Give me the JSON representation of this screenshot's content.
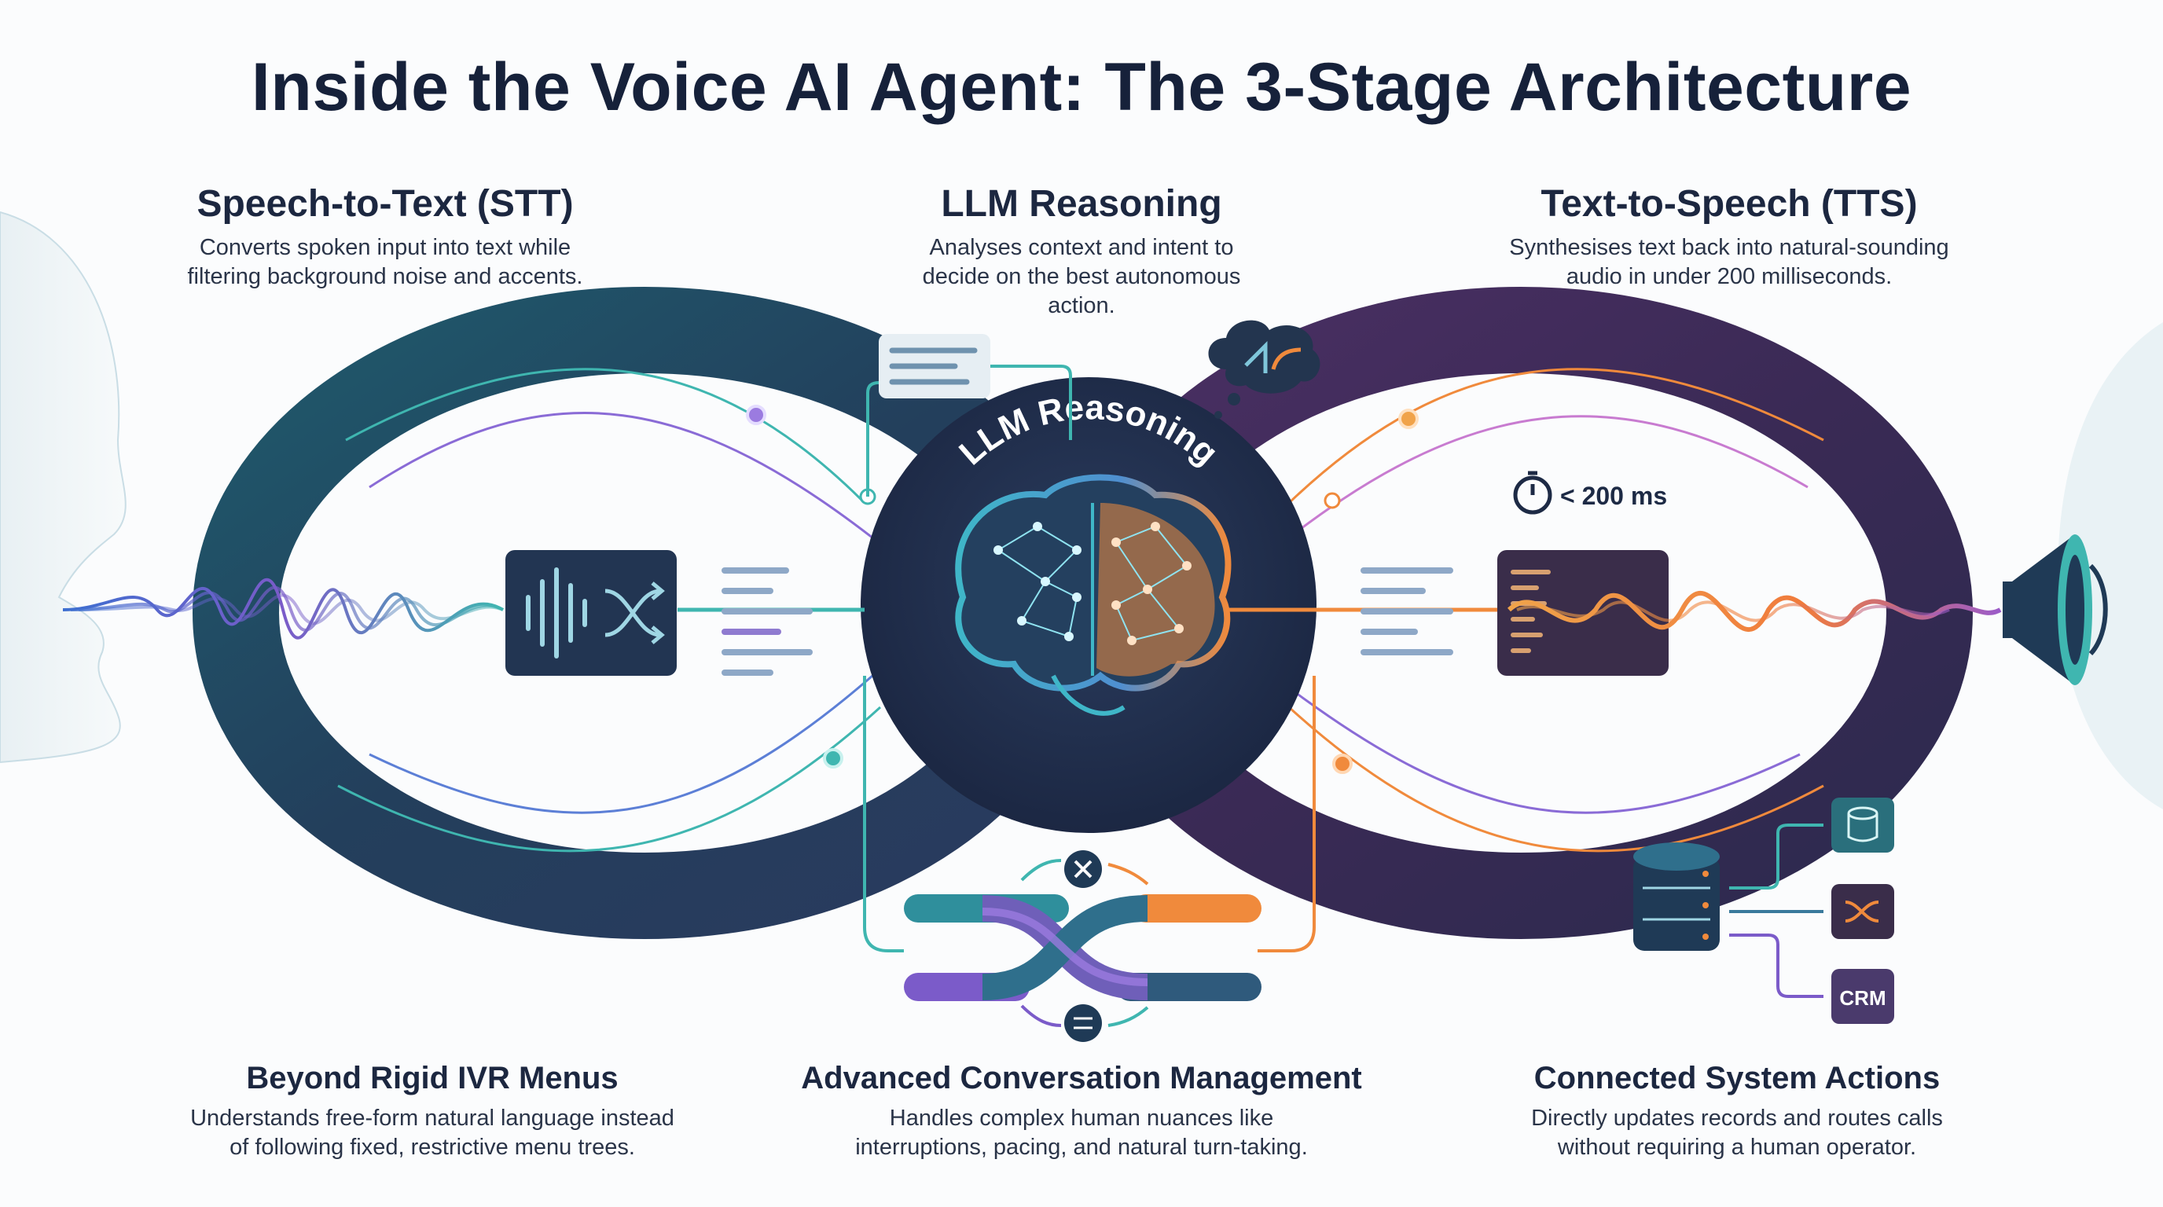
{
  "title": "Inside the Voice AI Agent: The 3-Stage Architecture",
  "stages": [
    {
      "heading": "Speech-to-Text (STT)",
      "line1": "Converts spoken input into text while",
      "line2": "filtering background noise and accents."
    },
    {
      "heading": "LLM Reasoning",
      "line1": "Analyses context and intent to",
      "line2": "decide on the best autonomous",
      "line3": "action."
    },
    {
      "heading": "Text-to-Speech (TTS)",
      "line1": "Synthesises text back into natural-sounding",
      "line2": "audio in under 200 milliseconds."
    }
  ],
  "center_label": "LLM Reasoning",
  "latency_label": "< 200 ms",
  "crm_label": "CRM",
  "features": [
    {
      "heading": "Beyond Rigid IVR Menus",
      "line1": "Understands free-form natural language instead",
      "line2": "of following fixed, restrictive menu trees."
    },
    {
      "heading": "Advanced Conversation Management",
      "line1": "Handles complex human nuances like",
      "line2": "interruptions, pacing, and natural turn-taking."
    },
    {
      "heading": "Connected System Actions",
      "line1": "Directly updates records and routes calls",
      "line2": "without requiring a human operator."
    }
  ],
  "colors": {
    "navy": "#1d2a45",
    "teal": "#3fb6b0",
    "purple": "#7b5bc9",
    "orange": "#f08a3c",
    "loop_left": "#24485f",
    "loop_right": "#3a2c55"
  }
}
